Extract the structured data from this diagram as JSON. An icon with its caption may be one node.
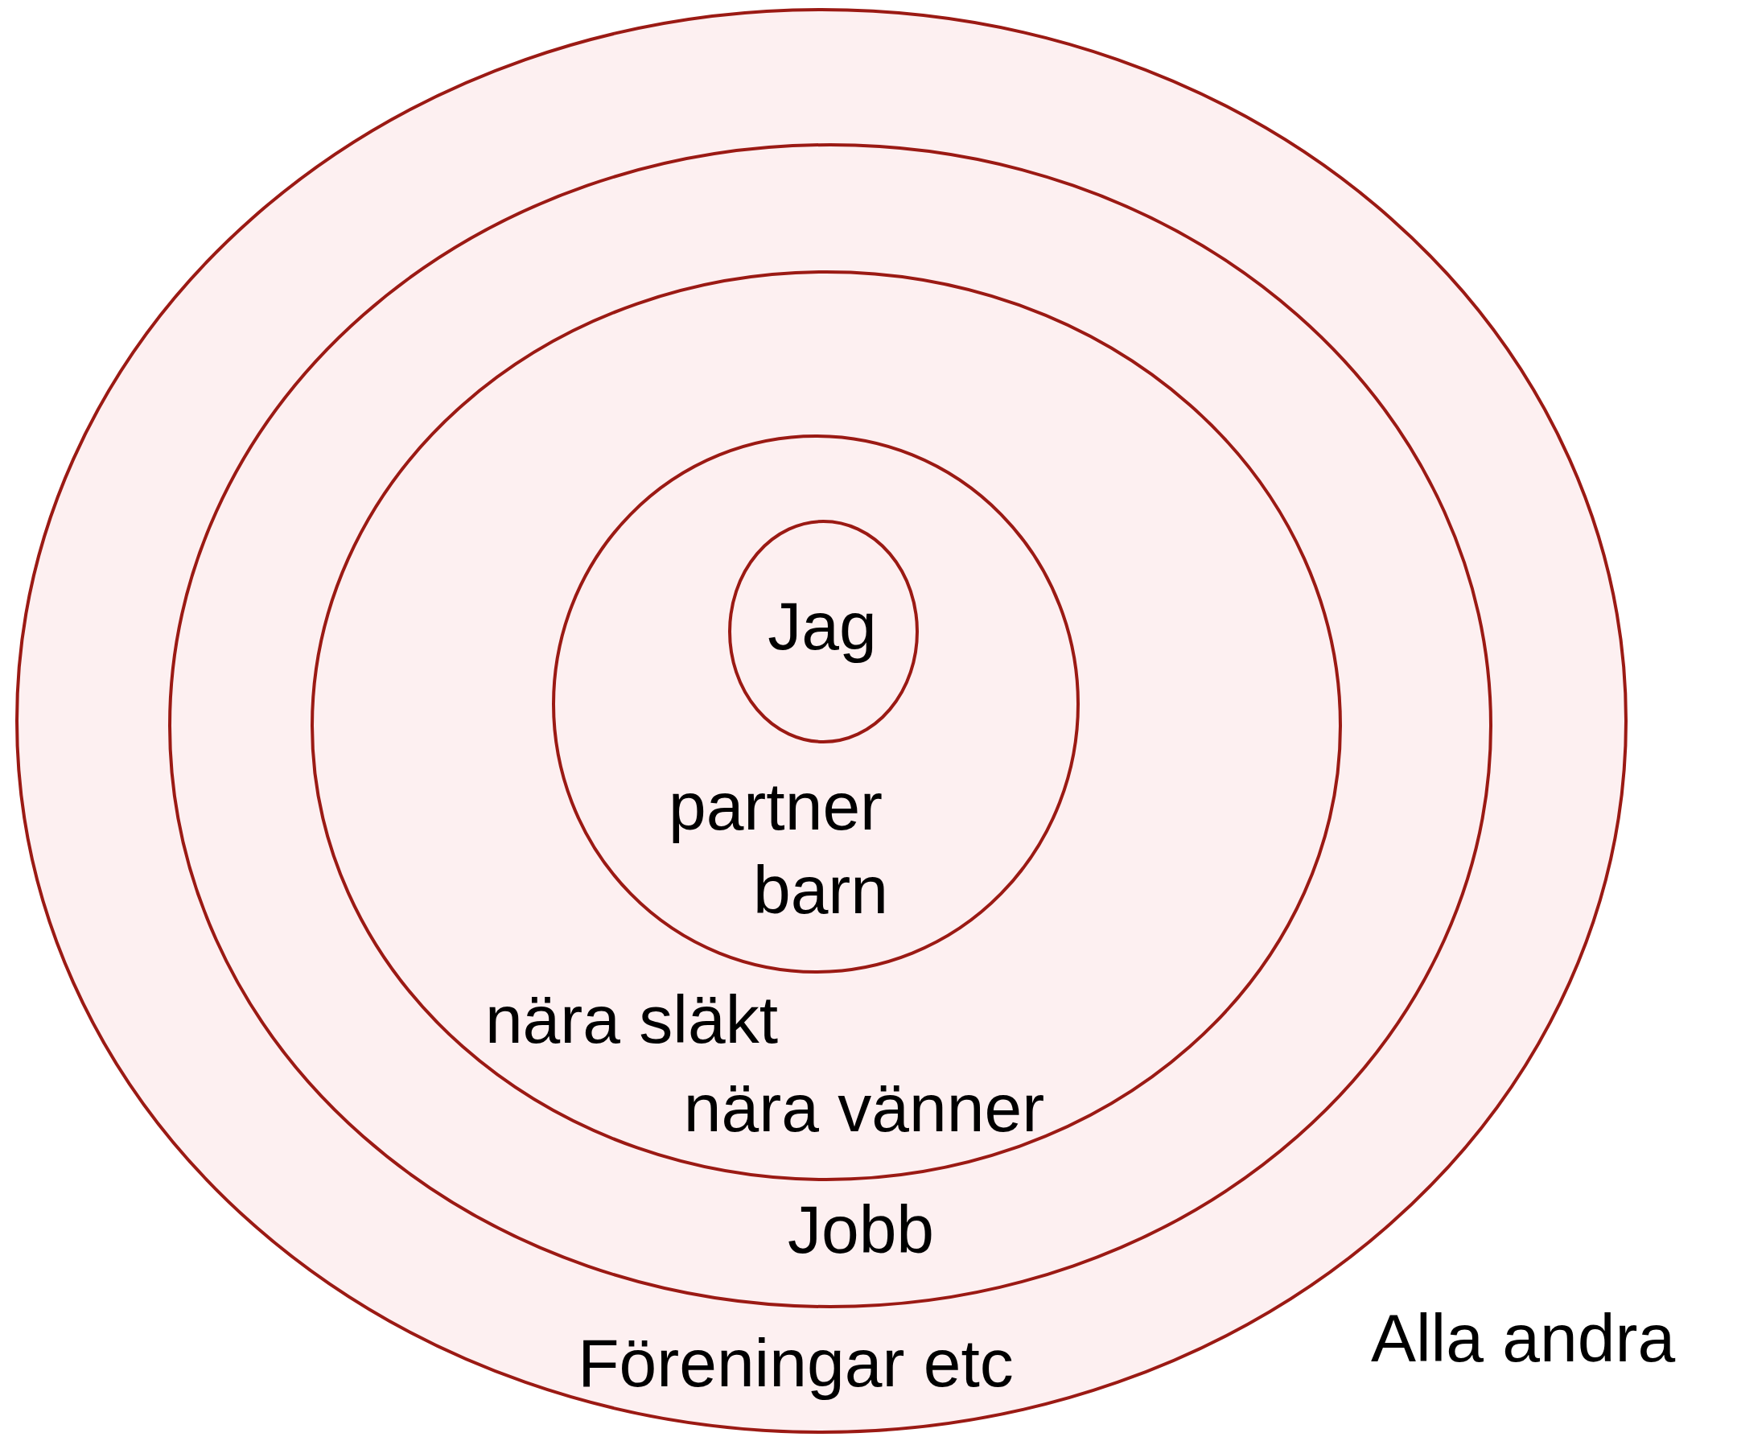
{
  "diagram": {
    "nodes": [
      {
        "text": [
          "Föreningar etc"
        ]
      },
      {
        "text": [
          "Jobb"
        ],
        "in": 0
      },
      {
        "text": [
          "nära släkt",
          "nära vänner"
        ],
        "in": 1
      },
      {
        "text": [
          "partner",
          "barn"
        ],
        "in": 2
      },
      {
        "text": [
          "Jag"
        ],
        "in": 3
      }
    ],
    "labels": [
      "Alla andra"
    ]
  }
}
